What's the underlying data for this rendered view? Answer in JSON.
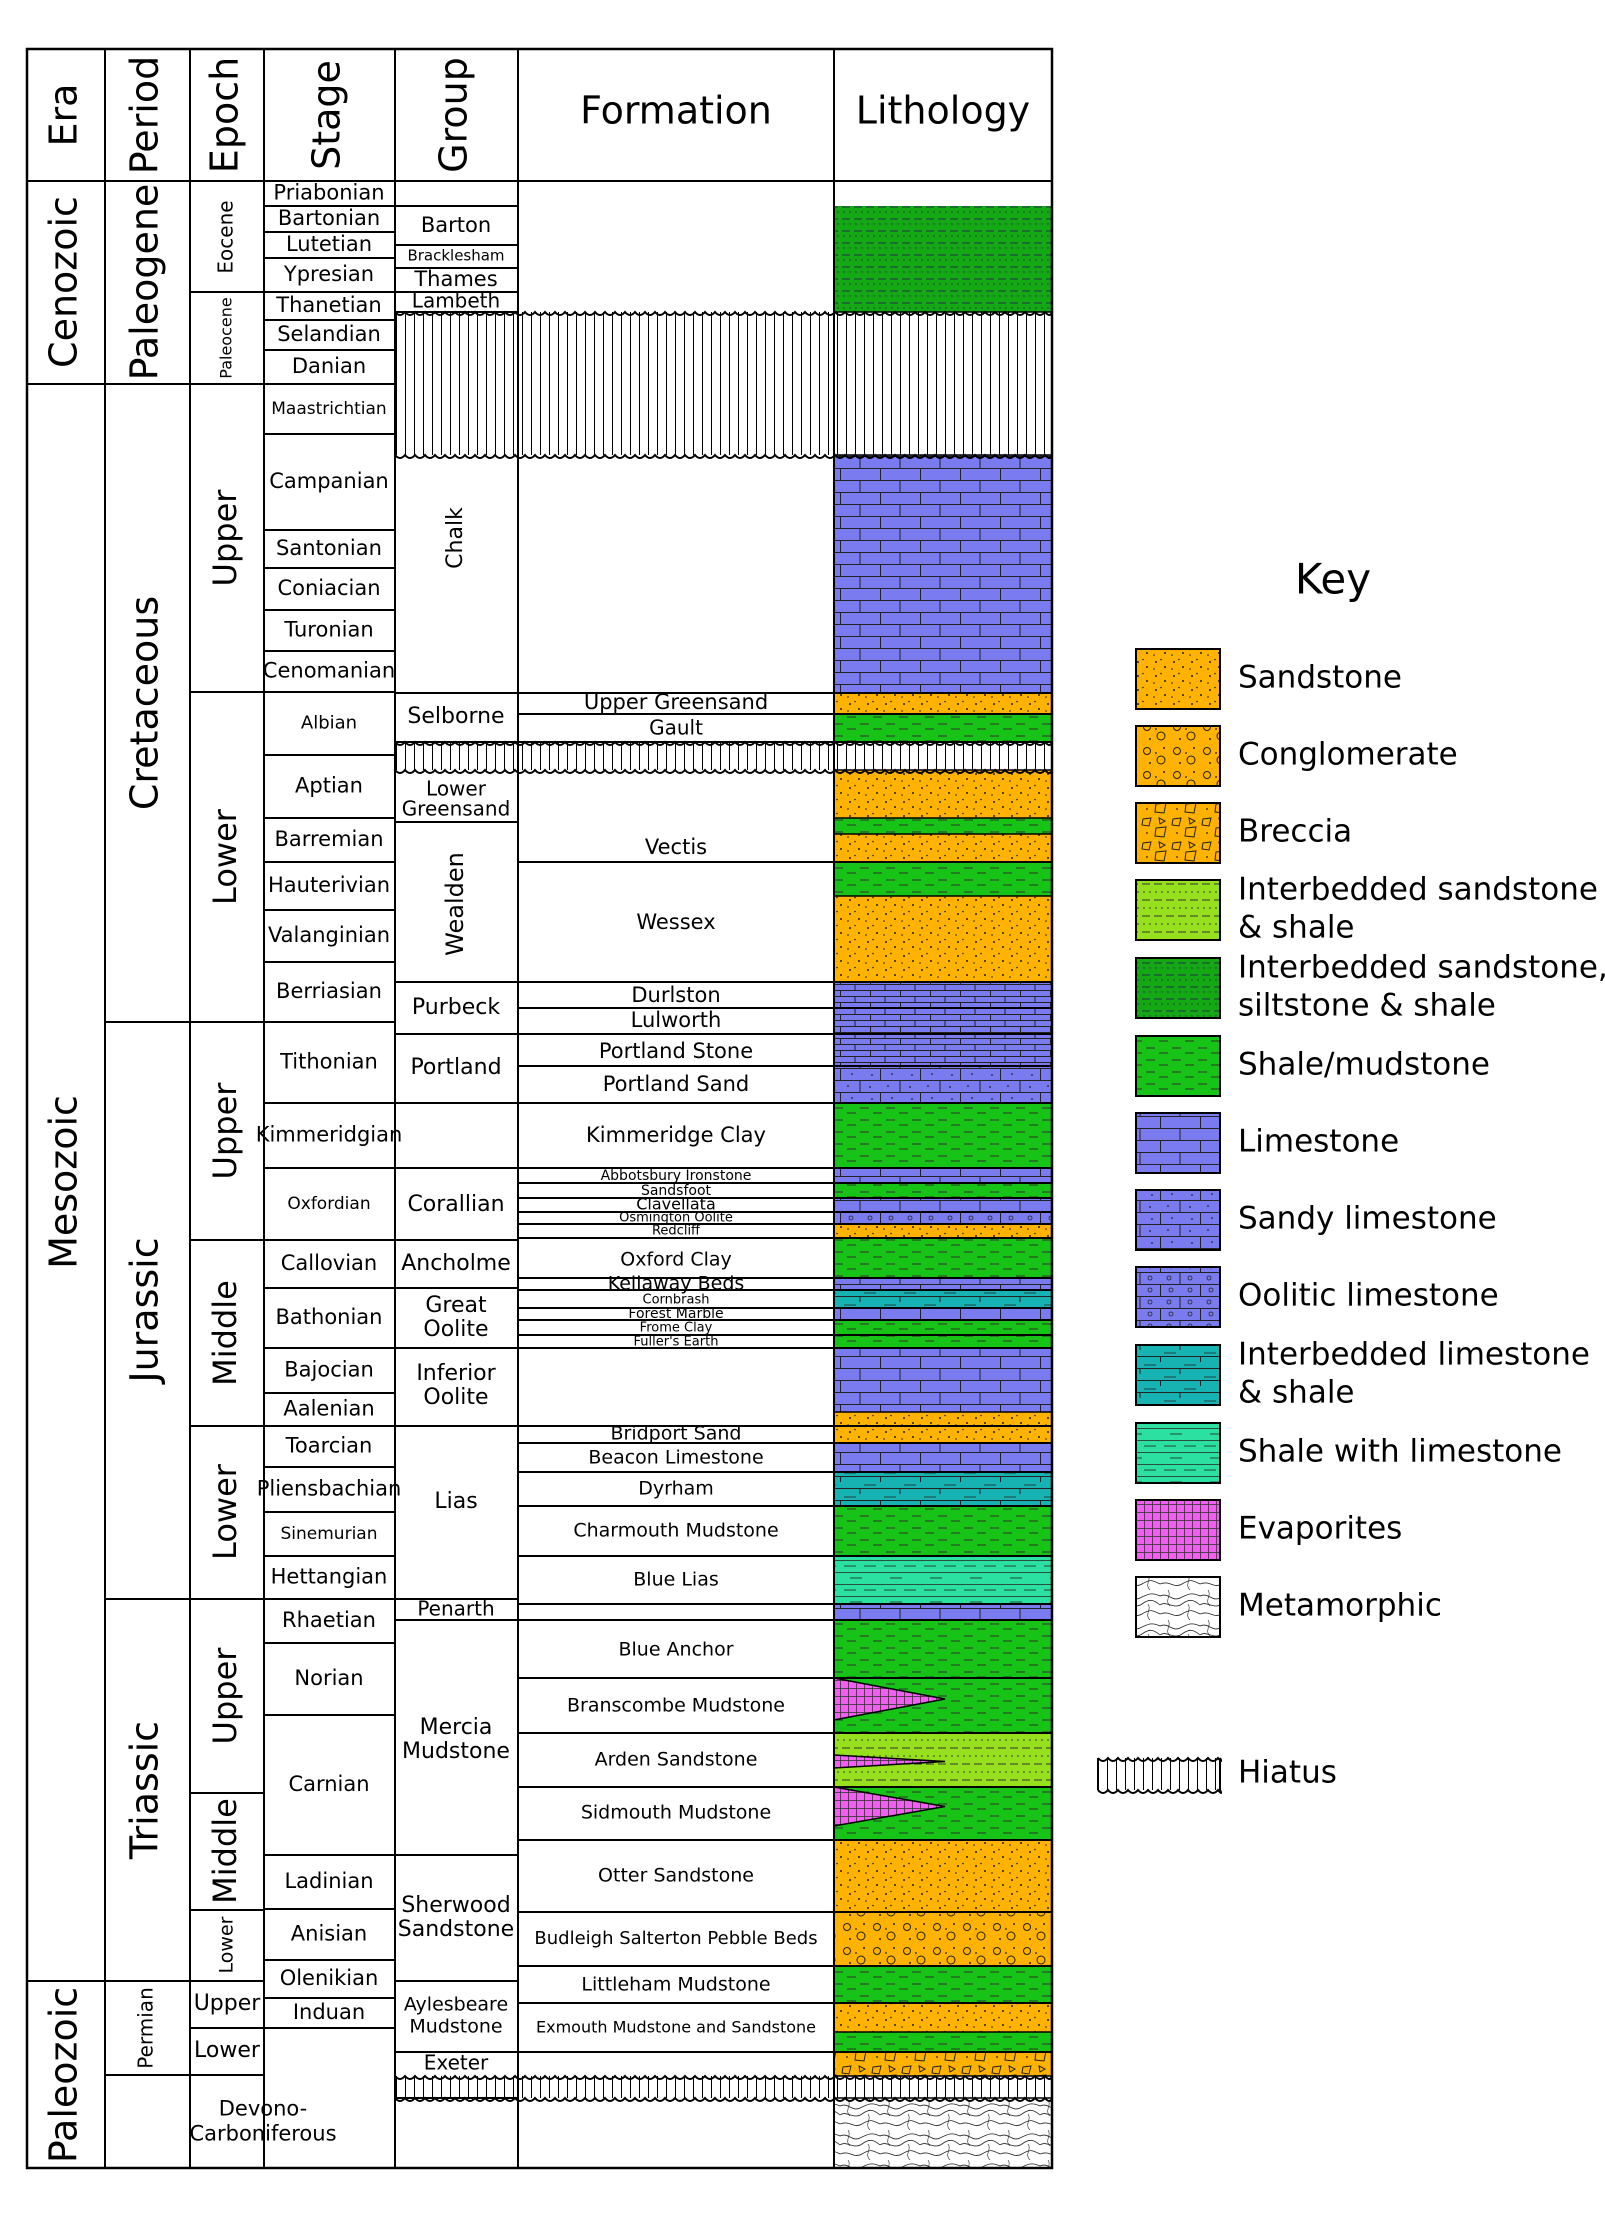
{
  "headers": {
    "era": "Era",
    "period": "Period",
    "epoch": "Epoch",
    "stage": "Stage",
    "group": "Group",
    "formation": "Formation",
    "lithology": "Lithology"
  },
  "eras": [
    "Cenozoic",
    "Mesozoic",
    "Paleozoic"
  ],
  "periods": [
    "Paleogene",
    "Cretaceous",
    "Jurassic",
    "Triassic",
    "Permian"
  ],
  "epochs": [
    "Eocene",
    "Paleocene",
    "Upper",
    "Lower",
    "Upper",
    "Middle",
    "Lower",
    "Upper",
    "Middle",
    "Lower",
    "Upper",
    "Lower"
  ],
  "stages": [
    "Priabonian",
    "Bartonian",
    "Lutetian",
    "Ypresian",
    "Thanetian",
    "Selandian",
    "Danian",
    "Maastrichtian",
    "Campanian",
    "Santonian",
    "Coniacian",
    "Turonian",
    "Cenomanian",
    "Albian",
    "Aptian",
    "Barremian",
    "Hauterivian",
    "Valanginian",
    "Berriasian",
    "Tithonian",
    "Kimmeridgian",
    "Oxfordian",
    "Callovian",
    "Bathonian",
    "Bajocian",
    "Aalenian",
    "Toarcian",
    "Pliensbachian",
    "Sinemurian",
    "Hettangian",
    "Rhaetian",
    "Norian",
    "Carnian",
    "Ladinian",
    "Anisian",
    "Olenikian",
    "Induan",
    "Devono-Carboniferous"
  ],
  "groups": [
    "Barton",
    "Bracklesham",
    "Thames",
    "Lambeth",
    "Chalk",
    "Selborne",
    "Lower Greensand",
    "Wealden",
    "Purbeck",
    "Portland",
    "Corallian",
    "Ancholme",
    "Great Oolite",
    "Inferior Oolite",
    "Lias",
    "Penarth",
    "Mercia Mudstone",
    "Sherwood Sandstone",
    "Aylesbeare Mudstone",
    "Exeter"
  ],
  "formations": [
    "Upper Greensand",
    "Gault",
    "Vectis",
    "Wessex",
    "Durlston",
    "Lulworth",
    "Portland Stone",
    "Portland Sand",
    "Kimmeridge Clay",
    "Abbotsbury Ironstone",
    "Sandsfoot",
    "Clavellata",
    "Osmington Oolite",
    "Redcliff",
    "Oxford Clay",
    "Kellaway Beds",
    "Cornbrash",
    "Forest Marble",
    "Frome Clay",
    "Fuller's Earth",
    "Bridport Sand",
    "Beacon Limestone",
    "Dyrham",
    "Charmouth Mudstone",
    "Blue Lias",
    "Blue Anchor",
    "Branscombe Mudstone",
    "Arden Sandstone",
    "Sidmouth Mudstone",
    "Otter Sandstone",
    "Budleigh Salterton Pebble Beds",
    "Littleham Mudstone",
    "Exmouth Mudstone and Sandstone"
  ],
  "key": {
    "title": "Key",
    "items": [
      {
        "label": "Sandstone",
        "pattern": "sandstone"
      },
      {
        "label": "Conglomerate",
        "pattern": "conglomerate"
      },
      {
        "label": "Breccia",
        "pattern": "breccia"
      },
      {
        "label": "Interbedded sandstone & shale",
        "pattern": "interbedded-sandstone-shale"
      },
      {
        "label": "Interbedded sandstone, siltstone & shale",
        "pattern": "interbedded-sandstone-siltstone-shale"
      },
      {
        "label": "Shale/mudstone",
        "pattern": "shale"
      },
      {
        "label": "Limestone",
        "pattern": "limestone"
      },
      {
        "label": "Sandy limestone",
        "pattern": "sandy-limestone"
      },
      {
        "label": "Oolitic limestone",
        "pattern": "oolitic-limestone"
      },
      {
        "label": "Interbedded limestone & shale",
        "pattern": "interbedded-limestone-shale"
      },
      {
        "label": "Shale with limestone",
        "pattern": "shale-with-limestone"
      },
      {
        "label": "Evaporites",
        "pattern": "evaporites"
      },
      {
        "label": "Metamorphic",
        "pattern": "metamorphic"
      },
      {
        "label": "Hiatus",
        "pattern": "hiatus"
      }
    ]
  },
  "colors": {
    "sandstone": "#ffb300",
    "shale": "#16c316",
    "mixed_green": "#14a814",
    "interbedded_sandstone_shale": "#97e01d",
    "limestone": "#7b7bf0",
    "interbedded_limestone_shale": "#17b3b3",
    "shale_with_limestone": "#2be0a0",
    "evaporites": "#f25df2",
    "line": "#000000"
  }
}
